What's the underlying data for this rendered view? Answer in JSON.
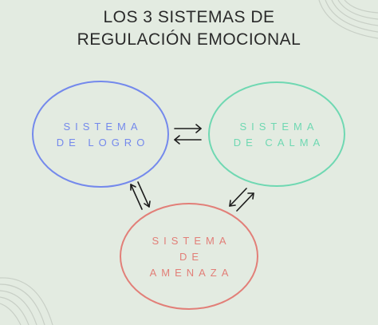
{
  "title": {
    "line1": "LOS 3 SISTEMAS DE",
    "line2": "REGULACIÓN EMOCIONAL"
  },
  "nodes": {
    "logro": {
      "line1": "SISTEMA",
      "line2": "DE LOGRO",
      "color": "#7489ec"
    },
    "calma": {
      "line1": "SISTEMA",
      "line2": "DE CALMA",
      "color": "#6fd8b2"
    },
    "amenaza": {
      "line1": "SISTEMA",
      "line2": "DE",
      "line3": "AMENAZA",
      "color": "#e27f78"
    }
  },
  "colors": {
    "background": "#e3ebe1",
    "arrows": "#1c1c1c",
    "decor": "#c8cfc6"
  }
}
